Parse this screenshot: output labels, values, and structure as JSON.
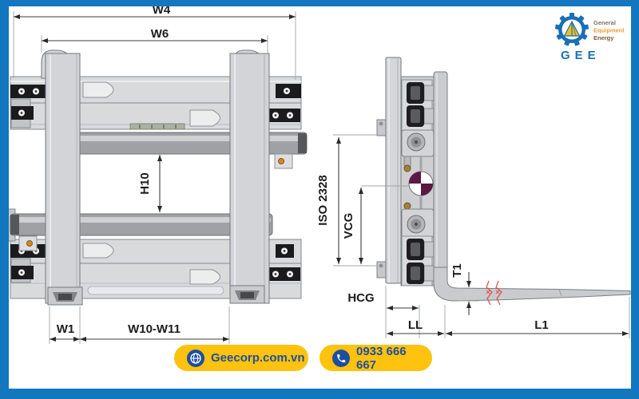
{
  "brand": {
    "acronym": "GEE",
    "line1": "General",
    "line2": "Equipment",
    "line3": "Energy"
  },
  "footer": {
    "website": "Geecorp.com.vn",
    "phone": "0933 666 667"
  },
  "front_view": {
    "w4": "W4",
    "w6": "W6",
    "h10": "H10",
    "w1": "W1",
    "w10_w11": "W10-W11"
  },
  "side_view": {
    "iso": "ISO 2328",
    "vcg": "VCG",
    "hcg": "HCG",
    "ll": "LL",
    "l1": "L1",
    "t1": "T1"
  },
  "colors": {
    "frame_blue": "#1277be",
    "accent_yellow": "#ffc20e",
    "text_blue": "#1d4f9f",
    "logo_blue": "#1a6fb5",
    "cg_maroon": "#5c1743",
    "break_red": "#e05252",
    "equipment_orange": "#f29b38"
  }
}
